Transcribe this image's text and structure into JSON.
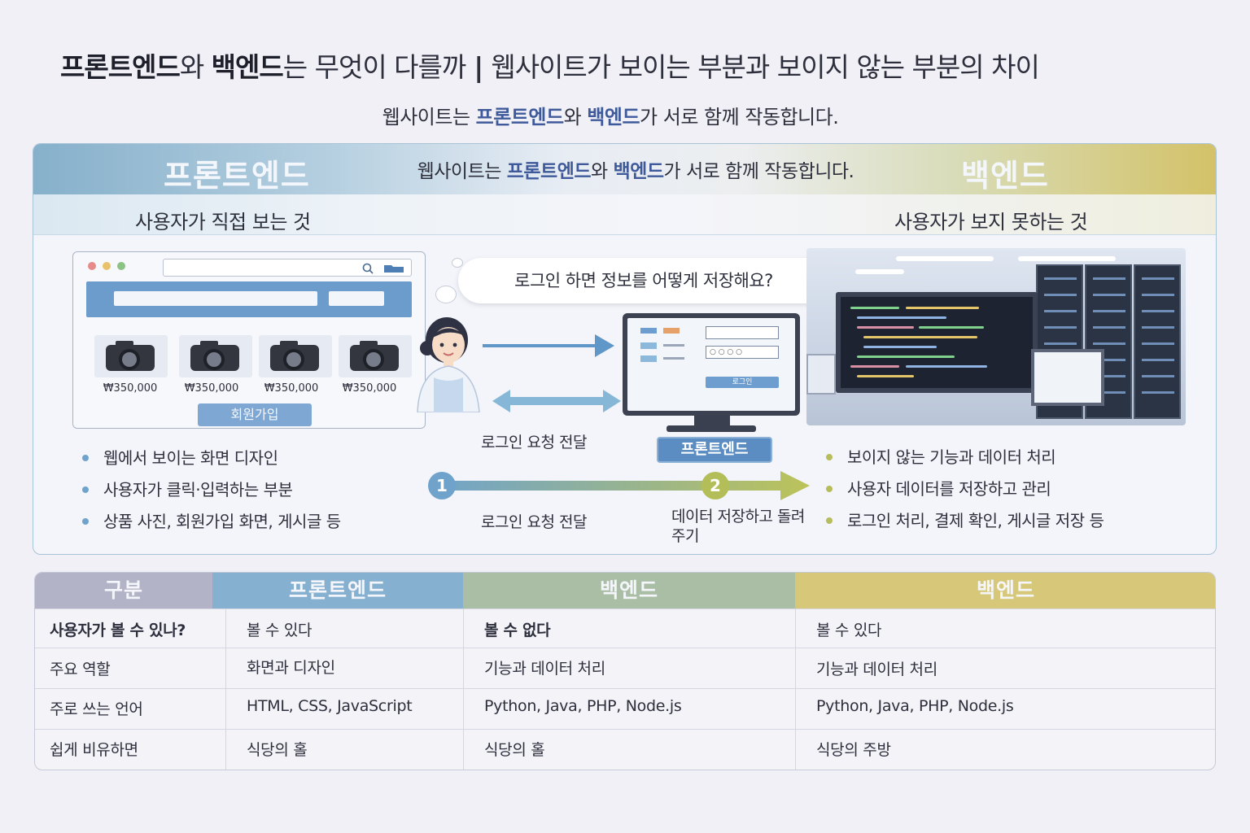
{
  "title": {
    "bold1": "프론트엔드",
    "mid1": "와 ",
    "bold2": "백엔드",
    "rest": "는 무엇이 다를까",
    "separator": "|",
    "tail": "웹사이트가 보이는 부분과 보이지 않는 부분의 차이"
  },
  "subtitle": {
    "pre": "웹사이트는 ",
    "fe": "프론트엔드",
    "mid": "와 ",
    "be": "백엔드",
    "post": "가 서로 함께 작동합니다."
  },
  "panel": {
    "frontend_title": "프론트엔드",
    "backend_title": "백엔드",
    "center_caption": {
      "pre": "웹사이트는 ",
      "fe": "프론트엔드",
      "mid": "와 ",
      "be": "백엔드",
      "post": "가 서로 함께 작동합니다."
    },
    "frontend_sub": "사용자가 직접 보는 것",
    "backend_sub": "사용자가 보지 못하는 것",
    "browser": {
      "prices": [
        "₩350,000",
        "₩350,000",
        "₩350,000",
        "₩350,000"
      ],
      "signup_button": "회원가입"
    },
    "speech_bubble": "로그인 하면 정보를 어떻게 저장해요?",
    "monitor_button": "로그인",
    "frontend_badge": "프론트엔드",
    "request_label_top": "로그인 요청 전달",
    "step1": "1",
    "step2": "2",
    "request_label_bottom": "로그인 요청 전달",
    "store_label": "데이터 저장하고 돌려주기",
    "frontend_bullets": [
      "웹에서 보이는 화면 디자인",
      "사용자가 클릭·입력하는 부분",
      "상품 사진, 회원가입 화면, 게시글 등"
    ],
    "backend_bullets": [
      "보이지 않는 기능과 데이터 처리",
      "사용자 데이터를 저장하고 관리",
      "로그인 처리, 결제 확인, 게시글 저장 등"
    ]
  },
  "table": {
    "headers": [
      "구분",
      "프론트엔드",
      "백엔드",
      "백엔드"
    ],
    "rows": [
      [
        "사용자가 볼 수 있나?",
        "볼 수 있다",
        "볼 수 없다",
        "볼 수 있다"
      ],
      [
        "주요 역할",
        "화면과 디자인",
        "기능과 데이터 처리",
        "기능과 데이터 처리"
      ],
      [
        "주로 쓰는 언어",
        "HTML, CSS, JavaScript",
        "Python, Java, PHP, Node.js",
        "Python, Java, PHP, Node.js"
      ],
      [
        "쉽게 비유하면",
        "식당의 홀",
        "식당의 홀",
        "식당의 주방"
      ]
    ]
  },
  "colors": {
    "frontend": "#6fa3cb",
    "backend": "#cbbd5a",
    "accent_text": "#3e5a9a"
  }
}
